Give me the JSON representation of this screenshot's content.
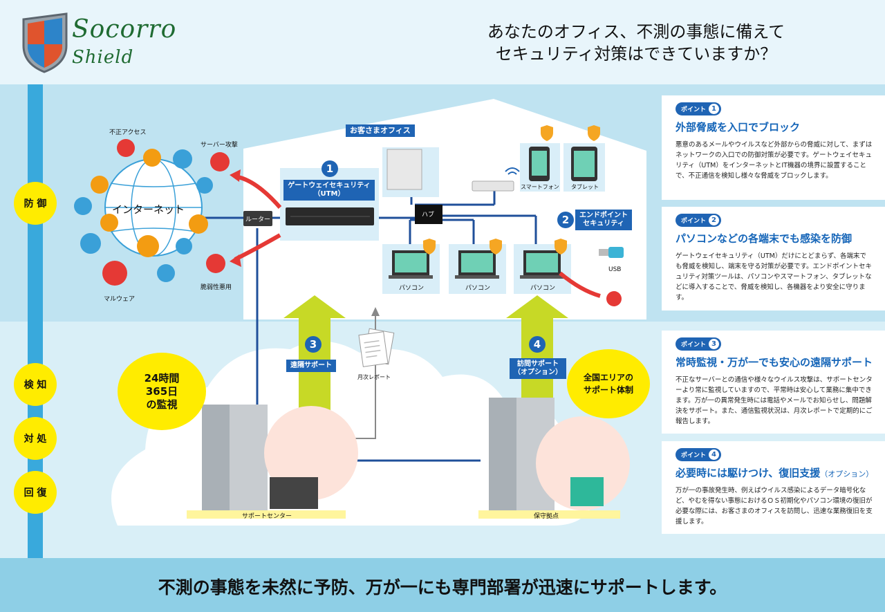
{
  "brand": {
    "line1": "Socorro",
    "line2": "Shield"
  },
  "headline": {
    "line1": "あなたのオフィス、不測の事態に備えて",
    "line2": "セキュリティ対策はできていますか？"
  },
  "phases": [
    "防 御",
    "検 知",
    "対 処",
    "回 復"
  ],
  "diagram": {
    "internet": "インターネット",
    "threats": {
      "unauth": "不正アクセス",
      "server": "サーバー攻撃",
      "malware": "マルウェア",
      "vuln": "脆弱性悪用"
    },
    "office": "お客さまオフィス",
    "utm": {
      "num": "1",
      "line1": "ゲートウェイセキュリティ",
      "line2": "（UTM）"
    },
    "router": "ルーター",
    "hub": "ハブ",
    "endpoint": {
      "num": "2",
      "line1": "エンドポイント",
      "line2": "セキュリティ"
    },
    "smartphone": "スマートフォン",
    "tablet": "タブレット",
    "pc": "パソコン",
    "usb": "USB",
    "remote": {
      "num": "3",
      "label": "遠隔サポート"
    },
    "report": "月次レポート",
    "visit": {
      "num": "4",
      "line1": "訪問サポート",
      "line2": "（オプション）"
    },
    "bubble1": {
      "line1": "24時間",
      "line2": "365日",
      "line3": "の監視"
    },
    "bubble2": {
      "line1": "全国エリアの",
      "line2": "サポート体制"
    },
    "support_center": "サポートセンター",
    "base": "保守拠点"
  },
  "points": [
    {
      "badge": "ポイント",
      "num": "1",
      "title": "外部脅威を入口でブロック",
      "title_suffix": "",
      "body": "悪意のあるメールやウイルスなど外部からの脅威に対して、まずはネットワークの入口での防御対策が必要です。ゲートウェイセキュリティ（UTM）をインターネットとIT機器の境界に設置することで、不正通信を検知し様々な脅威をブロックします。"
    },
    {
      "badge": "ポイント",
      "num": "2",
      "title": "パソコンなどの各端末でも感染を防御",
      "title_suffix": "",
      "body": "ゲートウェイセキュリティ（UTM）だけにとどまらず、各端末でも脅威を検知し、端末を守る対策が必要です。エンドポイントセキュリティ対策ツールは、パソコンやスマートフォン、タブレットなどに導入することで、脅威を検知し、各機器をより安全に守ります。"
    },
    {
      "badge": "ポイント",
      "num": "3",
      "title": "常時監視・万が一でも安心の遠隔サポート",
      "title_suffix": "",
      "body": "不正なサーバーとの通信や様々なウイルス攻撃は、サポートセンターより常に監視していますので、平常時は安心して業務に集中できます。万が一の異常発生時には電話やメールでお知らせし、問題解決をサポート。また、通信監視状況は、月次レポートで定期的にご報告します。"
    },
    {
      "badge": "ポイント",
      "num": "4",
      "title": "必要時には駆けつけ、復旧支援",
      "title_suffix": "（オプション）",
      "body": "万が一の事故発生時、例えばウイルス感染によるデータ暗号化など、やむを得ない事態におけるＯＳ初期化やパソコン環境の復旧が必要な際には、お客さまのオフィスを訪問し、迅速な業務復旧を支援します。"
    }
  ],
  "footer": "不測の事態を未然に予防、万が一にも専門部署が迅速にサポートします。",
  "colors": {
    "accent": "#1f64b4",
    "yellow": "#ffec00",
    "green": "#1f6b32",
    "red": "#e53935"
  }
}
